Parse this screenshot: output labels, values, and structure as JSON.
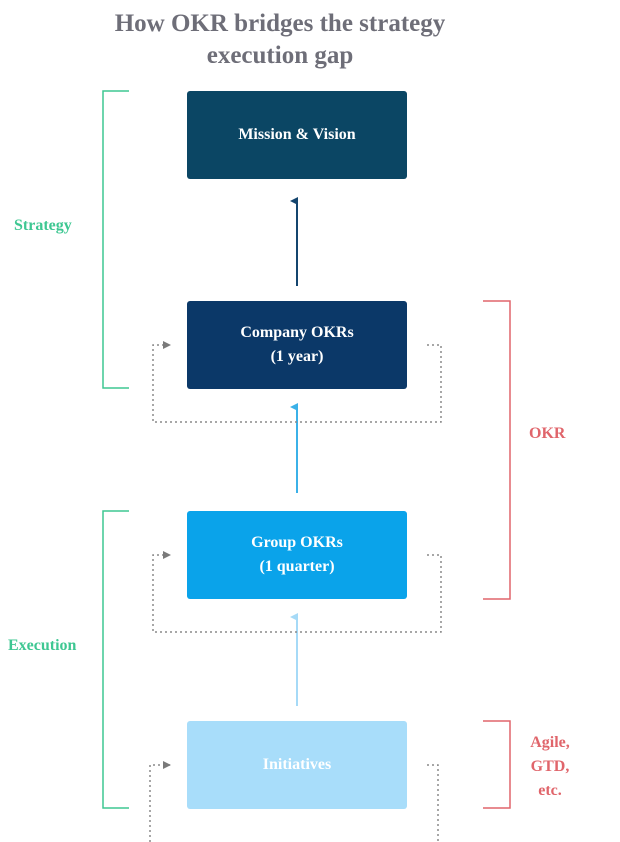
{
  "title": "How OKR bridges the strategy\nexecution gap",
  "boxes": {
    "mission": "Mission & Vision",
    "company": "Company OKRs\n(1 year)",
    "group": "Group OKRs\n(1 quarter)",
    "initiatives": "Initiatives"
  },
  "labels": {
    "strategy": "Strategy",
    "execution": "Execution",
    "okr": "OKR",
    "agile": "Agile,\nGTD,\netc."
  },
  "colors": {
    "mission_box": "#0b4664",
    "company_box": "#0b3868",
    "group_box": "#0aa3ea",
    "initiatives_box": "#a8ddfa",
    "green_bracket": "#3ec792",
    "red_bracket": "#e0656b",
    "title_text": "#6e6e78"
  }
}
